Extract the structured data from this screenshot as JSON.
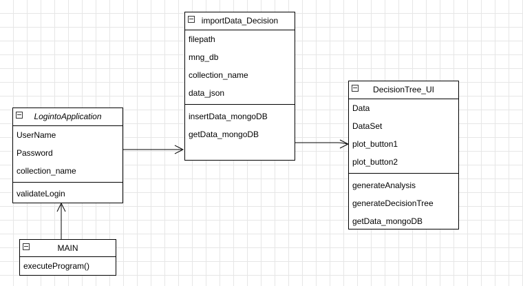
{
  "classes": {
    "login": {
      "name": "LogintoApplication",
      "attributes": [
        "UserName",
        "Password",
        "collection_name"
      ],
      "methods": [
        "validateLogin"
      ]
    },
    "import": {
      "name": "importData_Decision",
      "attributes": [
        "filepath",
        "mng_db",
        "collection_name",
        "data_json"
      ],
      "methods": [
        "insertData_mongoDB",
        "getData_mongoDB"
      ]
    },
    "decision": {
      "name": "DecisionTree_UI",
      "attributes": [
        "Data",
        "DataSet",
        "plot_button1",
        "plot_button2"
      ],
      "methods": [
        "generateAnalysis",
        "generateDecisionTree",
        "getData_mongoDB"
      ]
    },
    "main": {
      "name": "MAIN",
      "attributes": [],
      "methods": [
        "executeProgram()"
      ]
    }
  },
  "colors": {
    "grid": "#e6e6e6",
    "line": "#000000"
  }
}
